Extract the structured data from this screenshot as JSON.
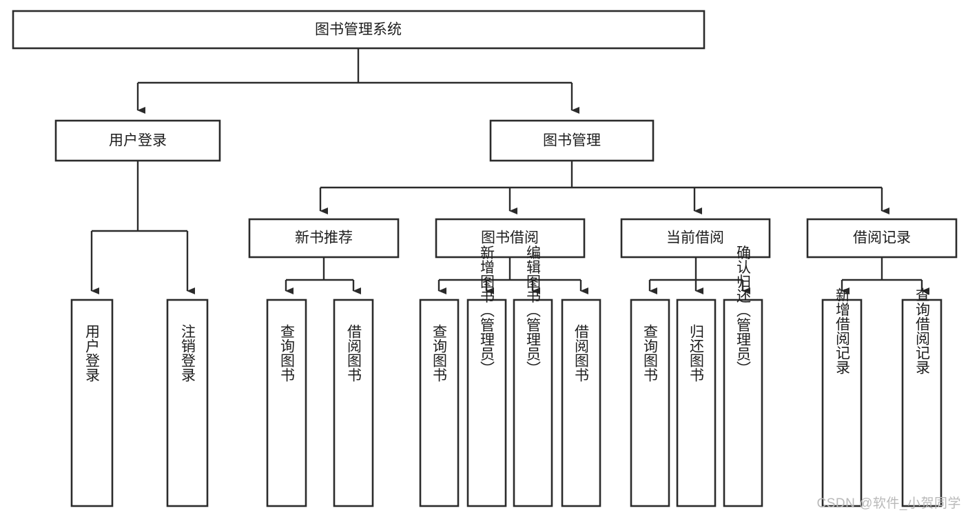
{
  "diagram": {
    "type": "tree-hierarchy",
    "title": "图书管理系统",
    "watermark": "CSDN @软件_小贺同学",
    "colors": {
      "background": "#ffffff",
      "box_fill": "#ffffff",
      "box_stroke": "#2b2b2b",
      "text": "#1d1d1d",
      "watermark": "#b9b9b9"
    },
    "levels": {
      "root": {
        "label": "图书管理系统"
      },
      "level2": [
        {
          "label": "用户登录"
        },
        {
          "label": "图书管理"
        }
      ],
      "level3": [
        {
          "label": "新书推荐"
        },
        {
          "label": "图书借阅"
        },
        {
          "label": "当前借阅"
        },
        {
          "label": "借阅记录"
        }
      ],
      "leaves": {
        "user_login": [
          {
            "label": "用户登录"
          },
          {
            "label": "注销登录"
          }
        ],
        "new_book_recommend": [
          {
            "label": "查询图书"
          },
          {
            "label": "借阅图书"
          }
        ],
        "book_borrow": [
          {
            "label": "查询图书"
          },
          {
            "label": "新增图书（管理员）"
          },
          {
            "label": "编辑图书（管理员）"
          },
          {
            "label": "借阅图书"
          }
        ],
        "current_borrow": [
          {
            "label": "查询图书"
          },
          {
            "label": "归还图书"
          },
          {
            "label": "确认归还（管理员）"
          }
        ],
        "borrow_records": [
          {
            "label": "新增借阅记录"
          },
          {
            "label": "查询借阅记录"
          }
        ]
      }
    }
  }
}
